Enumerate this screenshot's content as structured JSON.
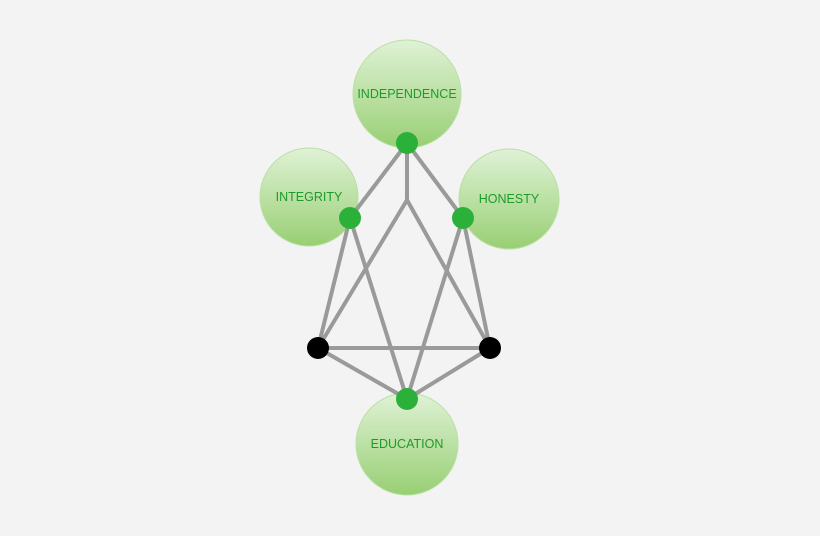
{
  "diagram": {
    "colors": {
      "background": "#f3f3f3",
      "circle_top": "#dff2d6",
      "circle_bottom": "#98cf73",
      "circle_stroke": "#b9dfa6",
      "label": "#1f9a2a",
      "green_dot": "#2bb13a",
      "black_dot": "#000000",
      "edge": "#9a9a9a"
    },
    "nodes": {
      "independence": {
        "label": "INDEPENDENCE"
      },
      "integrity": {
        "label": "INTEGRITY"
      },
      "honesty": {
        "label": "HONESTY"
      },
      "education": {
        "label": "EDUCATION"
      }
    }
  }
}
